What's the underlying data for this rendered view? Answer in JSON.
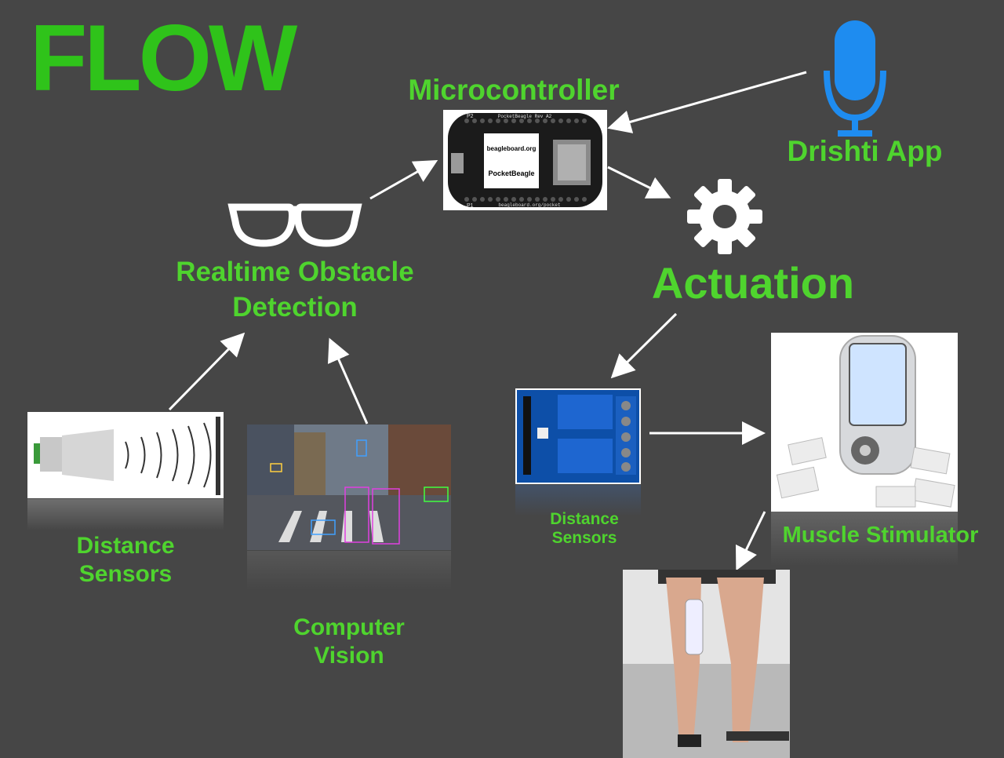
{
  "title": "FLOW",
  "labels": {
    "microcontroller": "Microcontroller",
    "drishti_app": "Drishti App",
    "realtime_obstacle_detection_line1": "Realtime Obstacle",
    "realtime_obstacle_detection_line2": "Detection",
    "actuation": "Actuation",
    "distance_sensors_left_line1": "Distance",
    "distance_sensors_left_line2": "Sensors",
    "computer_vision_line1": "Computer",
    "computer_vision_line2": "Vision",
    "distance_sensors_right_line1": "Distance",
    "distance_sensors_right_line2": "Sensors",
    "muscle_stimulator": "Muscle Stimulator"
  },
  "board": {
    "name": "PocketBeagle",
    "rev": "PocketBeagle Rev A2",
    "logo": "beagleboard.org",
    "url": "beagleboard.org/pocket",
    "p1": "P1",
    "p2": "P2"
  },
  "icons": [
    "microphone-icon",
    "gear-icon",
    "glasses-icon"
  ],
  "colors": {
    "background": "#464646",
    "title": "#2fc31a",
    "label": "#4fd42e",
    "mic": "#1e8cf0",
    "arrow": "#ffffff"
  }
}
